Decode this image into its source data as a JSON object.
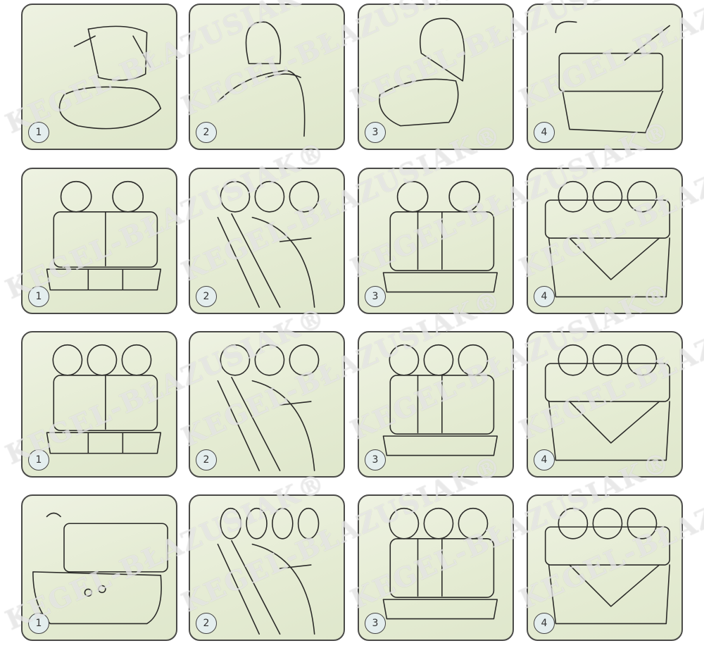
{
  "watermark": "KEGEL-BŁAZUSIAK®",
  "rows": [
    {
      "seat": "single",
      "steps": [
        "1",
        "2",
        "3",
        "4"
      ]
    },
    {
      "seat": "double",
      "steps": [
        "1",
        "2",
        "3",
        "4"
      ]
    },
    {
      "seat": "triple",
      "steps": [
        "1",
        "2",
        "3",
        "4"
      ]
    },
    {
      "seat": "rear-bench",
      "steps": [
        "1",
        "2",
        "3",
        "4"
      ]
    }
  ]
}
